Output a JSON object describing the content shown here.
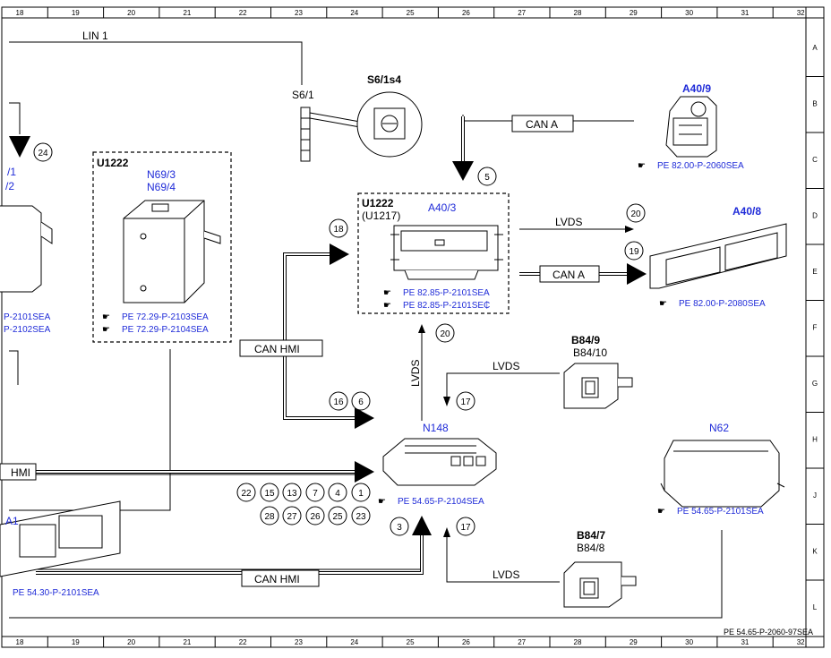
{
  "grid": {
    "columns": [
      "18",
      "19",
      "20",
      "21",
      "22",
      "23",
      "24",
      "25",
      "26",
      "27",
      "28",
      "29",
      "30",
      "31",
      "32"
    ],
    "rows": [
      "A",
      "B",
      "C",
      "D",
      "E",
      "F",
      "G",
      "H",
      "J",
      "K",
      "L"
    ]
  },
  "components": {
    "s6_1": "S6/1",
    "s6_1s4": "S6/1s4",
    "a40_9": "A40/9",
    "a40_9_ref": "PE 82.00-P-2060SEA",
    "u1222_a40_3_group": "U1222",
    "u1217": "(U1217)",
    "a40_3": "A40/3",
    "a40_3_ref1": "PE 82.85-P-2101SEA",
    "a40_3_ref2": "PE 82.85-P-2101SE₵",
    "a40_8": "A40/8",
    "a40_8_ref": "PE 82.00-P-2080SEA",
    "u1222_n69_group": "U1222",
    "n69_3": "N69/3",
    "n69_4": "N69/4",
    "n69_ref1": "PE 72.29-P-2103SEA",
    "n69_ref2": "PE 72.29-P-2104SEA",
    "left_partial_1": "/1",
    "left_partial_2": "/2",
    "left_ref1": "P-2101SEA",
    "left_ref2": "P-2102SEA",
    "b84_9": "B84/9",
    "b84_10": "B84/10",
    "b84_7": "B84/7",
    "b84_8": "B84/8",
    "n148": "N148",
    "n148_ref": "PE 54.65-P-2104SEA",
    "n62": "N62",
    "n62_ref": "PE 54.65-P-2101SEA",
    "a1_partial": "A1",
    "a1_ref": "PE 54.30-P-2101SEA"
  },
  "lines": {
    "lin1": "LIN 1",
    "can_a_top": "CAN A",
    "can_a_mid": "CAN A",
    "lvds_right": "LVDS",
    "lvds_vertical": "LVDS",
    "lvds_b84_9": "LVDS",
    "lvds_b84_7": "LVDS",
    "can_hmi_left": "CAN HMI",
    "can_hmi_bottom": "CAN HMI",
    "hmi_partial": "HMI"
  },
  "markers": {
    "m24": "24",
    "m5": "5",
    "m18": "18",
    "m20a": "20",
    "m19": "19",
    "m20b": "20",
    "m16": "16",
    "m6": "6",
    "m17a": "17",
    "m3": "3",
    "m17b": "17",
    "row1": [
      "22",
      "15",
      "13",
      "7",
      "4",
      "1"
    ],
    "row2": [
      "28",
      "27",
      "26",
      "25",
      "23"
    ]
  },
  "footer_code": "PE 54.65-P-2060-97SEA"
}
